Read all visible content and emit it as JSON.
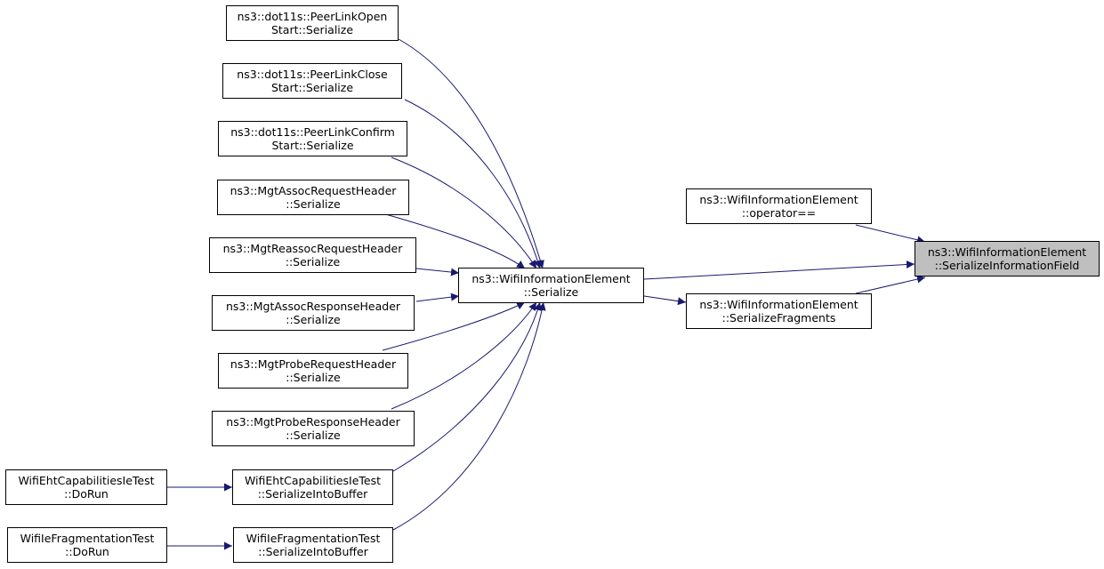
{
  "colors": {
    "edge": "#191970",
    "focus_fill": "#bfbfbf",
    "node_border": "#000000"
  },
  "nodes": {
    "focus": {
      "line1": "ns3::WifiInformationElement",
      "line2": "::SerializeInformationField"
    },
    "operator_eq": {
      "line1": "ns3::WifiInformationElement",
      "line2": "::operator=="
    },
    "serialize_fragments": {
      "line1": "ns3::WifiInformationElement",
      "line2": "::SerializeFragments"
    },
    "serialize": {
      "line1": "ns3::WifiInformationElement",
      "line2": "::Serialize"
    },
    "peer_open": {
      "line1": "ns3::dot11s::PeerLinkOpen",
      "line2": "Start::Serialize"
    },
    "peer_close": {
      "line1": "ns3::dot11s::PeerLinkClose",
      "line2": "Start::Serialize"
    },
    "peer_confirm": {
      "line1": "ns3::dot11s::PeerLinkConfirm",
      "line2": "Start::Serialize"
    },
    "assoc_req": {
      "line1": "ns3::MgtAssocRequestHeader",
      "line2": "::Serialize"
    },
    "reassoc_req": {
      "line1": "ns3::MgtReassocRequestHeader",
      "line2": "::Serialize"
    },
    "assoc_resp": {
      "line1": "ns3::MgtAssocResponseHeader",
      "line2": "::Serialize"
    },
    "probe_req": {
      "line1": "ns3::MgtProbeRequestHeader",
      "line2": "::Serialize"
    },
    "probe_resp": {
      "line1": "ns3::MgtProbeResponseHeader",
      "line2": "::Serialize"
    },
    "eht_buffer": {
      "line1": "WifiEhtCapabilitiesIeTest",
      "line2": "::SerializeIntoBuffer"
    },
    "frag_buffer": {
      "line1": "WifiIeFragmentationTest",
      "line2": "::SerializeIntoBuffer"
    },
    "eht_dorun": {
      "line1": "WifiEhtCapabilitiesIeTest",
      "line2": "::DoRun"
    },
    "frag_dorun": {
      "line1": "WifiIeFragmentationTest",
      "line2": "::DoRun"
    }
  }
}
